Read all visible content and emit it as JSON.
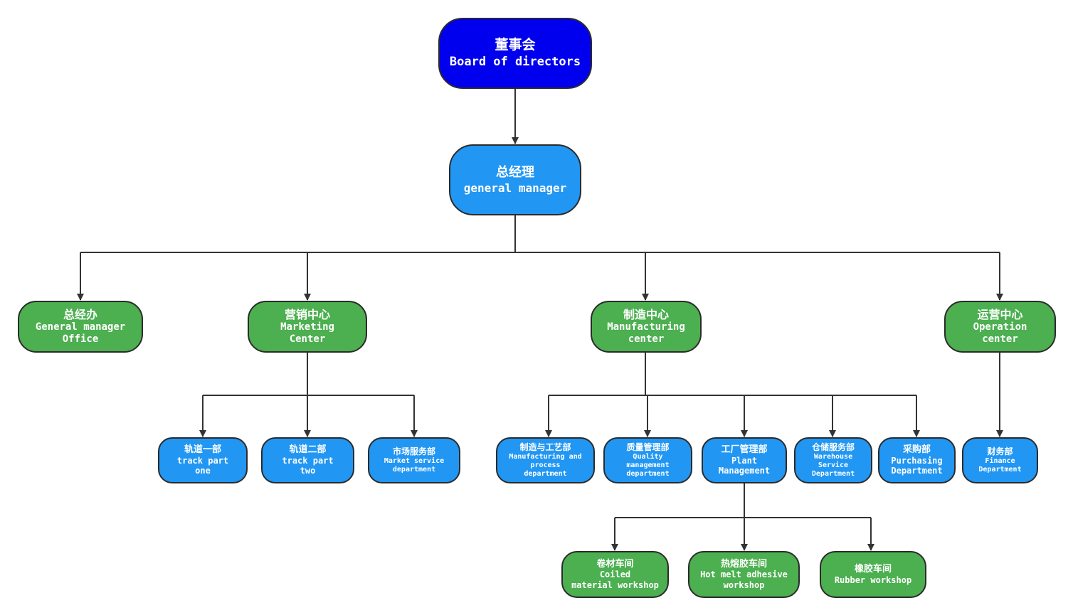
{
  "org_chart": {
    "board": {
      "cn": "董事会",
      "en": "Board of directors"
    },
    "gm": {
      "cn": "总经理",
      "en": "general manager"
    },
    "centers": [
      {
        "cn": "总经办",
        "en1": "General manager",
        "en2": "Office"
      },
      {
        "cn": "营销中心",
        "en1": "Marketing",
        "en2": "Center"
      },
      {
        "cn": "制造中心",
        "en1": "Manufacturing",
        "en2": "center"
      },
      {
        "cn": "运营中心",
        "en1": "Operation",
        "en2": "center"
      }
    ],
    "marketing_depts": [
      {
        "cn": "轨道一部",
        "en1": "track part",
        "en2": "one"
      },
      {
        "cn": "轨道二部",
        "en1": "track part",
        "en2": "two"
      },
      {
        "cn": "市场服务部",
        "en1": "Market service",
        "en2": "department"
      }
    ],
    "manufacturing_depts": [
      {
        "cn": "制造与工艺部",
        "en1": "Manufacturing and",
        "en2": "process",
        "en3": "department"
      },
      {
        "cn": "质量管理部",
        "en1": "Quality",
        "en2": "management",
        "en3": "department"
      },
      {
        "cn": "工厂管理部",
        "en1": "Plant",
        "en2": "Management"
      },
      {
        "cn": "仓储服务部",
        "en1": "Warehouse",
        "en2": "Service",
        "en3": "Department"
      },
      {
        "cn": "采购部",
        "en1": "Purchasing",
        "en2": "Department"
      }
    ],
    "operation_depts": [
      {
        "cn": "财务部",
        "en1": "Finance",
        "en2": "Department"
      }
    ],
    "workshops": [
      {
        "cn": "卷材车间",
        "en1": "Coiled",
        "en2": "material workshop"
      },
      {
        "cn": "热熔胶车间",
        "en1": "Hot melt adhesive",
        "en2": "workshop"
      },
      {
        "cn": "橡胶车间",
        "en1": "Rubber workshop"
      }
    ],
    "colors": {
      "board": "#0000ee",
      "blue_node": "#2196f3",
      "green_node": "#4caf50",
      "connector": "#333333"
    }
  }
}
